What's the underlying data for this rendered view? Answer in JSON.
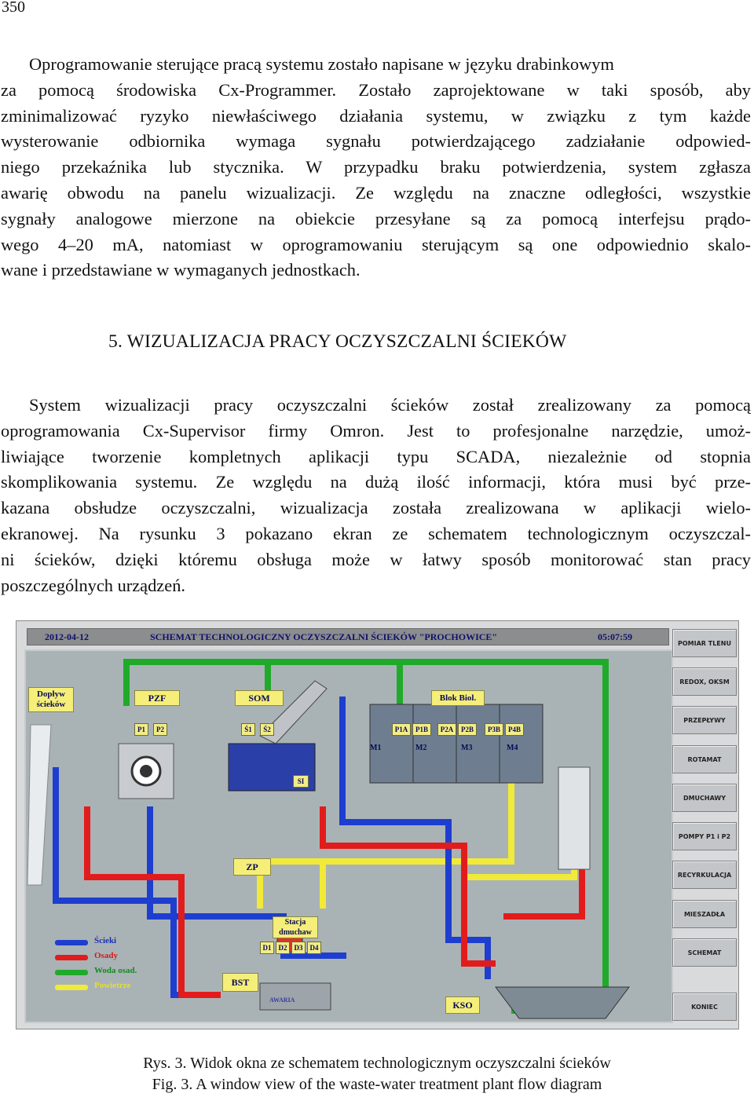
{
  "page_number": "350",
  "paragraph1_lines": [
    "Oprogramowanie sterujące pracą systemu zostało napisane w języku drabinkowym",
    "za pomocą środowiska Cx-Programmer. Zostało zaprojektowane w taki sposób, aby",
    "zminimalizować ryzyko niewłaściwego działania systemu, w związku z tym każde",
    "wysterowanie odbiornika wymaga sygnału potwierdzającego zadziałanie odpowied-",
    "niego przekaźnika lub stycznika. W przypadku braku potwierdzenia, system zgłasza",
    "awarię obwodu na panelu wizualizacji. Ze względu na znaczne odległości, wszystkie",
    "sygnały analogowe mierzone na obiekcie przesyłane są za pomocą interfejsu prądo-",
    "wego 4–20 mA, natomiast w oprogramowaniu sterującym są one odpowiednio skalo-",
    "wane i przedstawiane w wymaganych jednostkach."
  ],
  "heading": "5. WIZUALIZACJA PRACY OCZYSZCZALNI ŚCIEKÓW",
  "paragraph2_lines": [
    "System wizualizacji pracy oczyszczalni ścieków został zrealizowany za pomocą",
    "oprogramowania Cx-Supervisor firmy Omron. Jest to profesjonalne narzędzie, umoż-",
    "liwiające tworzenie kompletnych aplikacji typu SCADA, niezależnie od stopnia",
    "skomplikowania systemu. Ze względu na dużą ilość informacji, która musi być prze-",
    "kazana obsłudze oczyszczalni, wizualizacja została zrealizowana w aplikacji wielo-",
    "ekranowej. Na rysunku 3 pokazano ekran ze schematem technologicznym oczyszczal-",
    "ni ścieków, dzięki któremu obsługa może w łatwy sposób monitorować stan pracy",
    "poszczególnych urządzeń."
  ],
  "figure": {
    "date": "2012-04-12",
    "title": "SCHEMAT TECHNOLOGICZNY OCZYSZCZALNI ŚCIEKÓW \"PROCHOWICE\"",
    "time": "05:07:59",
    "side_buttons": [
      "POMIAR TLENU",
      "REDOX, OKSM",
      "PRZEPŁYWY",
      "ROTAMAT",
      "DMUCHAWY",
      "POMPY P1 i P2",
      "RECYRKULACJA",
      "MIESZADŁA",
      "SCHEMAT",
      "KONIEC"
    ],
    "labels": {
      "doplyw": "Dopływ ścieków",
      "pzf": "PZF",
      "som": "SOM",
      "blok": "Blok Biol.",
      "zp": "ZP",
      "stacja": "Stacja dmuchaw",
      "bst": "BST",
      "kso": "KSO",
      "aparatura": "AWARIA"
    },
    "small_tags": [
      "P1",
      "P2",
      "Ś1",
      "Ś2",
      "SI",
      "P1A",
      "P1B",
      "P2A",
      "P2B",
      "P3B",
      "P4B",
      "D1",
      "D2",
      "D3",
      "D4"
    ],
    "mixers": [
      "M1",
      "M2",
      "M3",
      "M4"
    ],
    "legend": [
      {
        "label": "Ścieki",
        "color": "#1d3ecf",
        "text_color": "#1a2fb0"
      },
      {
        "label": "Osady",
        "color": "#e21c1c",
        "text_color": "#d41a1a"
      },
      {
        "label": "Woda osad.",
        "color": "#1faa2a",
        "text_color": "#128a1c"
      },
      {
        "label": "Powietrze",
        "color": "#f1ea38",
        "text_color": "#e8df2a"
      }
    ]
  },
  "caption_pl": "Rys. 3. Widok okna ze schematem technologicznym oczyszczalni ścieków",
  "caption_en": "Fig. 3. A window view of the waste-water treatment plant flow diagram"
}
